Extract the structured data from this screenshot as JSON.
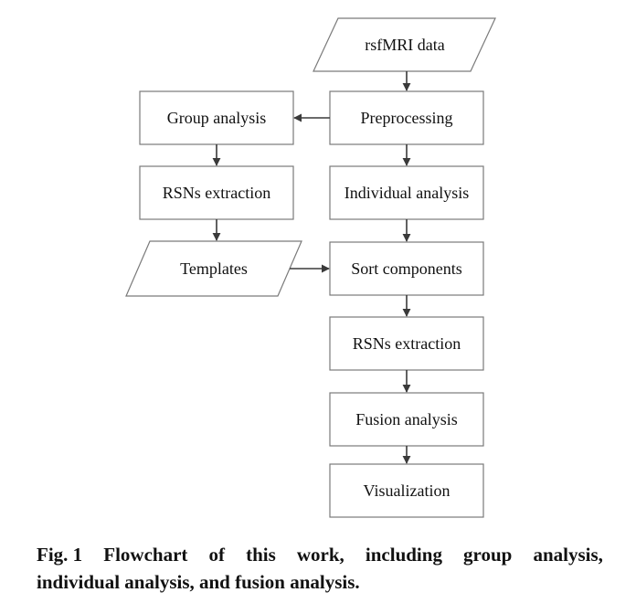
{
  "diagram": {
    "nodes": {
      "rsfmri_data": "rsfMRI data",
      "preprocessing": "Preprocessing",
      "group_analysis": "Group analysis",
      "rsns_extraction_left": "RSNs extraction",
      "templates": "Templates",
      "individual_analysis": "Individual analysis",
      "sort_components": "Sort components",
      "rsns_extraction_right": "RSNs extraction",
      "fusion_analysis": "Fusion analysis",
      "visualization": "Visualization"
    }
  },
  "caption": {
    "label": "Fig. 1",
    "words_line1": [
      "Flowchart",
      "of",
      "this",
      "work,",
      "including",
      "group",
      "analysis,"
    ],
    "line2": "individual analysis, and fusion analysis."
  }
}
